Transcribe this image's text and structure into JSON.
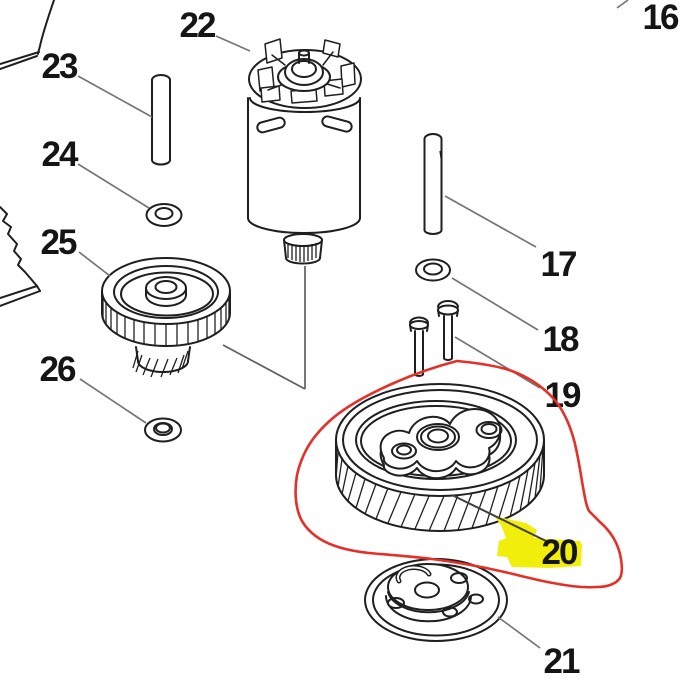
{
  "diagram": {
    "kind": "exploded-parts-diagram",
    "labels": {
      "16": "16",
      "17": "17",
      "18": "18",
      "19": "19",
      "20": "20",
      "21": "21",
      "22": "22",
      "23": "23",
      "24": "24",
      "25": "25",
      "26": "26"
    },
    "highlight": {
      "part_number": "20",
      "label_highlight_color": "#f2ee0c",
      "circle_color": "#e43028"
    },
    "colors": {
      "outline": "#1f1f1f",
      "leader": "#757575",
      "background": "#ffffff",
      "label_text": "#151515"
    }
  }
}
